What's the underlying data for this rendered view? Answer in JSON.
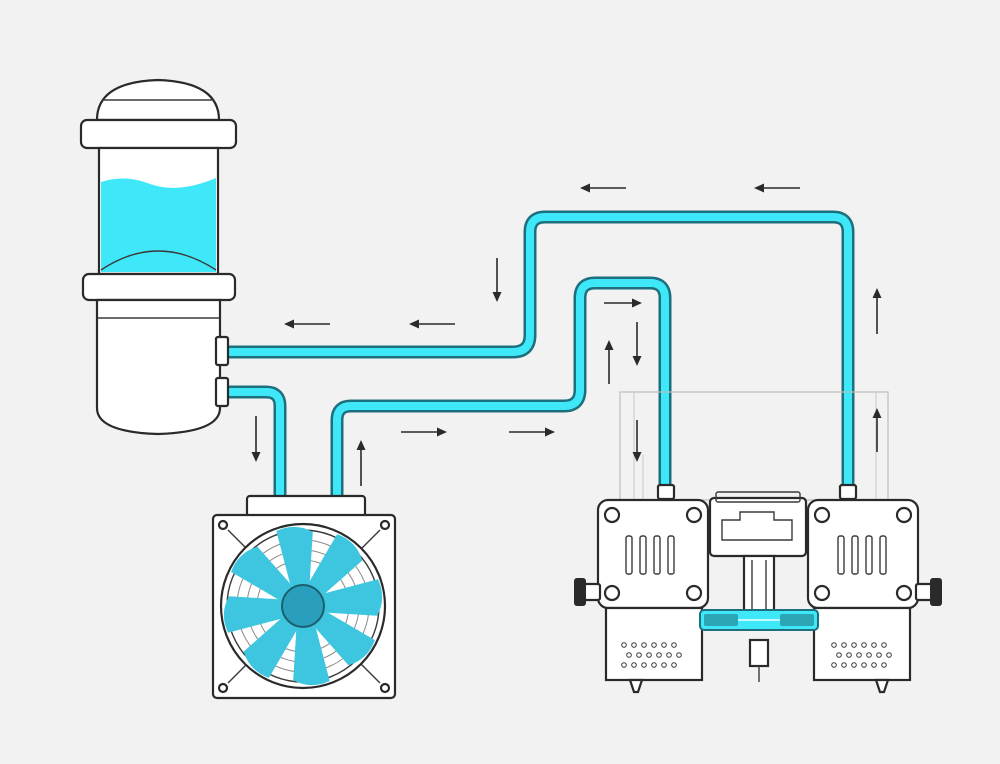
{
  "colors": {
    "background": "#f2f2f2",
    "coolant": "#3ee8f8",
    "coolant_outline": "#1e6f7e",
    "fan_blade": "#3ec6e0",
    "line": "#2a2a2a"
  },
  "components": {
    "reservoir": {
      "icon": "reservoir-icon"
    },
    "radiator_fan": {
      "icon": "fan-icon",
      "blade_count": 8
    },
    "hotend_assembly": {
      "icon": "dual-hotend-icon"
    }
  },
  "flow_arrows": [
    {
      "id": "top-left",
      "direction": "left"
    },
    {
      "id": "top-right",
      "direction": "left"
    },
    {
      "id": "mid-left-1",
      "direction": "left"
    },
    {
      "id": "mid-left-2",
      "direction": "left"
    },
    {
      "id": "down-upper",
      "direction": "down"
    },
    {
      "id": "down-reservoir",
      "direction": "down"
    },
    {
      "id": "up-fan",
      "direction": "up"
    },
    {
      "id": "bottom-1",
      "direction": "right"
    },
    {
      "id": "bottom-2",
      "direction": "right"
    },
    {
      "id": "inner-right",
      "direction": "right"
    },
    {
      "id": "inner-up",
      "direction": "up"
    },
    {
      "id": "inner-down",
      "direction": "down"
    },
    {
      "id": "inner-down-2",
      "direction": "down"
    },
    {
      "id": "right-up-1",
      "direction": "up"
    },
    {
      "id": "right-up-2",
      "direction": "up"
    }
  ]
}
